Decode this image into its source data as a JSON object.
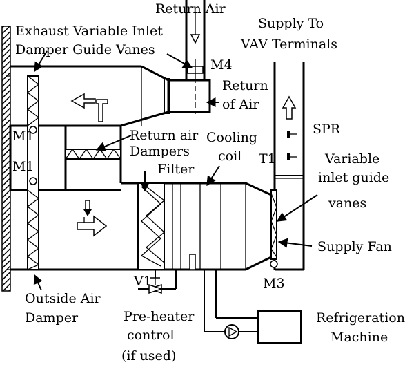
{
  "labels": {
    "return_air": "Return Air",
    "supply_to_line1": "Supply To",
    "supply_to_line2": "VAV Terminals",
    "exhaust_line1": "Exhaust Variable Inlet",
    "exhaust_line2": "Damper Guide Vanes",
    "m4": "M4",
    "return_of_air_line1": "Return",
    "return_of_air_line2": "of Air",
    "m1_top": "M1",
    "m1_bottom": "M1",
    "return_air_dampers_line1": "Return air",
    "return_air_dampers_line2": "Dampers",
    "cooling_coil_line1": "Cooling",
    "cooling_coil_line2": "coil",
    "filter": "Filter",
    "spr": "SPR",
    "t1": "T1",
    "variable_inlet_line1": "Variable",
    "variable_inlet_line2": "inlet guide",
    "variable_inlet_line3": "vanes",
    "supply_fan": "Supply Fan",
    "v1": "V1",
    "m3": "M3",
    "outside_air_line1": "Outside Air",
    "outside_air_line2": "Damper",
    "pre_heater_line1": "Pre-heater",
    "pre_heater_line2": "control",
    "pre_heater_line3": "(if used)",
    "refrigeration_line1": "Refrigeration",
    "refrigeration_line2": "Machine"
  }
}
